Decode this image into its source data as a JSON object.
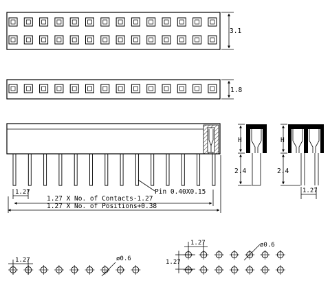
{
  "dimensions": {
    "height_2row": "3.1",
    "height_1row": "1.8",
    "pitch": "1.27",
    "pin_size": "Pin 0.40X0.15",
    "contacts_formula": "1.27 X No. of Contacts-1.27",
    "positions_formula": "1.27 X No. of Positions+0.38",
    "tail_length_1": "2.4",
    "tail_length_2": "2.4",
    "h_label_1": "H",
    "h_label_2": "H",
    "side_pitch": "1.27",
    "hole_dia_1": "ø0.6",
    "hole_dia_2": "ø0.6",
    "pcb_pitch_1": "1.27",
    "pcb_pitch_2_h": "1.27",
    "pcb_pitch_2_v": "1.27"
  }
}
